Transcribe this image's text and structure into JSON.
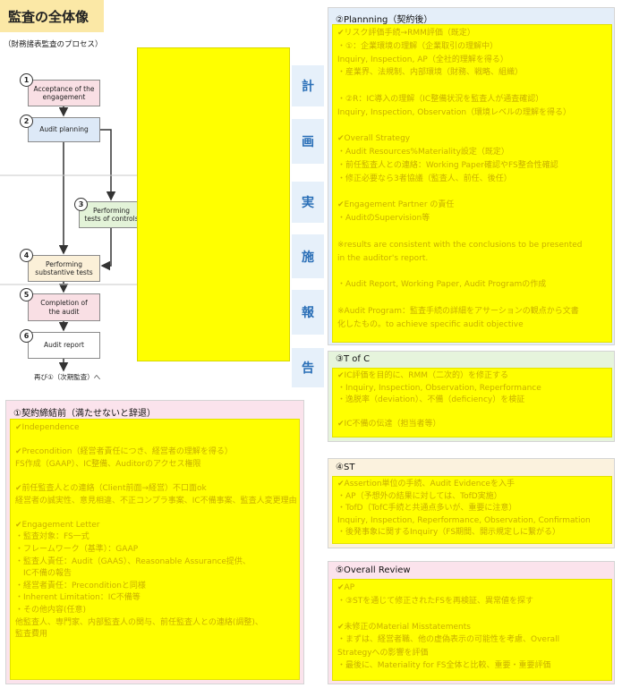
{
  "header": {
    "title": "監査の全体像",
    "subtitle": "（財務諸表監査のプロセス）"
  },
  "flow": {
    "steps": [
      {
        "num": "1",
        "label": "Acceptance of the\nengagement"
      },
      {
        "num": "2",
        "label": "Audit planning"
      },
      {
        "num": "3",
        "label": "Performing\ntests of controls"
      },
      {
        "num": "4",
        "label": "Performing\nsubstantive tests"
      },
      {
        "num": "5",
        "label": "Completion of\nthe audit"
      },
      {
        "num": "6",
        "label": "Audit report"
      }
    ],
    "loop_label": "再び①（次期監査）へ",
    "phases": [
      "計",
      "画",
      "実",
      "施",
      "報",
      "告"
    ]
  },
  "panels": [
    {
      "title": "①契約締結前（満たせないと辞退）",
      "lines": [
        "✔Independence",
        "",
        "✔Precondition（経営者責任につき、経営者の理解を得る）",
        "FS作成（GAAP）、IC整備、Auditorのアクセス権限",
        "",
        "✔前任監査人との連絡（Client前面→経営）不口面ok",
        "経営者の誠実性、意見相違、不正コンプラ事案、IC不備事案、監査人変更理由",
        "",
        "✔Engagement Letter",
        "・監査対象：FS一式",
        "・フレームワーク（基準）：GAAP",
        "・監査人責任：Audit（GAAS）、Reasonable Assurance提供、",
        "　IC不備の報告",
        "・経営者責任：Preconditionと同様",
        "・Inherent Limitation：IC不備等",
        "・その他内容(任意)",
        "他監査人、専門家、内部監査人の関与、前任監査人との連絡(調整)、",
        "監査費用"
      ]
    },
    {
      "title": "②Plannning（契約後）",
      "lines": [
        "✔リスク評価手続→RMM評価（既定）",
        "・①：企業環境の理解（企業取引の理解中）",
        "Inquiry, Inspection, AP（全社的理解を得る）",
        "・産業界、法規制、内部環境（財務、戦略、組織）",
        "",
        "・②R：IC導入の理解（IC整備状況を監査人が通査確認）",
        "Inquiry, Inspection, Observation（環境レベルの理解を得る）",
        "",
        "✔Overall Strategy",
        "・Audit Resources%Materiality設定（既定）",
        "・前任監査人との連絡：Working Paper確認やFS整合性確認",
        "・修正必要なら3者協議（監査人、前任、後任）",
        "",
        "✔Engagement Partner の責任",
        "・AuditのSupervision等",
        "",
        "※results are consistent with the conclusions to be presented",
        "in the auditor's report.",
        "",
        "・Audit Report, Working Paper, Audit Programの作成",
        "",
        "※Audit Program：監査手続の詳細をアサーションの観点から文書",
        "化したもの。to achieve specific audit objective"
      ]
    },
    {
      "title": "③T of C",
      "lines": [
        "✔IC評価を目的に、RMM（二次的）を修正する",
        "・Inquiry, Inspection, Observation, Reperformance",
        "・逸脱率（deviation）、不備（deficiency）を検証",
        "",
        "✔IC不備の伝達（担当者等）"
      ]
    },
    {
      "title": "④ST",
      "lines": [
        "✔Assertion単位の手続、Audit Evidenceを入手",
        "・AP（予想外の結果に対しては、TofD実施）",
        "・TofD（TofC手続と共通点多いが、重要に注意）",
        "Inquiry, Inspection, Reperformance, Observation, Confirmation",
        "・後発事象に関するInquiry（FS期間、開示規定しに繋がる）"
      ]
    },
    {
      "title": "⑤Overall Review",
      "lines": [
        "✔AP",
        "・③STを通じて修正されたFSを再検証、異常値を探す",
        "",
        "✔未修正のMaterial Misstatements",
        "・まずは、経営者職、他の虚偽表示の可能性を考慮、Overall",
        "Strategyへの影響を評価",
        "・最後に、Materiality for FS全体と比較、重要・重要評価"
      ]
    }
  ]
}
